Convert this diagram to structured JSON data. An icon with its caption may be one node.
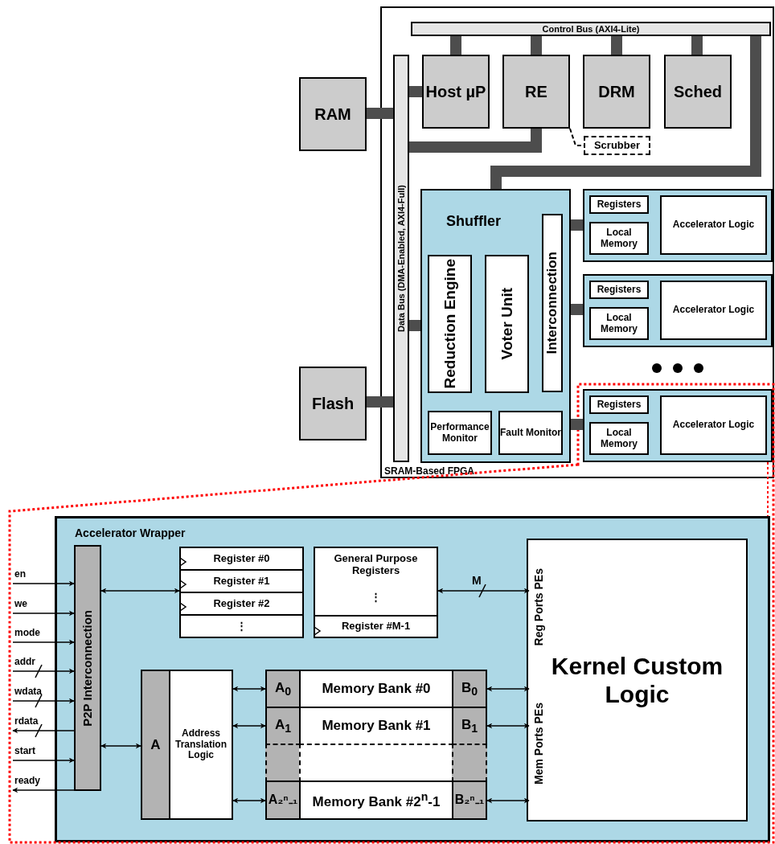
{
  "diagram": {
    "nodes": [
      {
        "text": [
          "RAM"
        ]
      },
      {
        "text": [
          "Flash"
        ]
      },
      {
        "text": [
          "SRAM-Based FPGA"
        ]
      },
      {
        "text": [
          "Control Bus (AXI4-Lite)"
        ],
        "in": 2
      },
      {
        "text": [
          "Data Bus (DMA-Enabled, AXI4-Full)"
        ],
        "in": 2
      },
      {
        "text": [
          "Host µP"
        ],
        "in": 2
      },
      {
        "text": [
          "RE"
        ],
        "in": 2
      },
      {
        "text": [
          "DRM"
        ],
        "in": 2
      },
      {
        "text": [
          "Sched"
        ],
        "in": 2
      },
      {
        "text": [
          "Scrubber"
        ],
        "in": 2
      },
      {
        "text": [
          "Shuffler"
        ],
        "in": 2
      },
      {
        "text": [
          "Reduction Engine"
        ],
        "in": 10
      },
      {
        "text": [
          "Voter Unit"
        ],
        "in": 10
      },
      {
        "text": [
          "Interconnection"
        ],
        "in": 10
      },
      {
        "text": [
          "Performance Monitor"
        ],
        "in": 10
      },
      {
        "text": [
          "Fault Monitor"
        ],
        "in": 10
      },
      {
        "text": [],
        "shape": "box",
        "in": 2
      },
      {
        "text": [
          "Registers"
        ],
        "in": 16
      },
      {
        "text": [
          "Local Memory"
        ],
        "in": 16
      },
      {
        "text": [
          "Accelerator Logic"
        ],
        "in": 16
      },
      {
        "text": [],
        "shape": "box",
        "in": 2
      },
      {
        "text": [
          "Registers"
        ],
        "in": 20
      },
      {
        "text": [
          "Local Memory"
        ],
        "in": 20
      },
      {
        "text": [
          "Accelerator Logic"
        ],
        "in": 20
      },
      {
        "text": [],
        "shape": "box",
        "in": 2
      },
      {
        "text": [
          "Registers"
        ],
        "in": 24
      },
      {
        "text": [
          "Local Memory"
        ],
        "in": 24
      },
      {
        "text": [
          "Accelerator Logic"
        ],
        "in": 24
      },
      {
        "text": [
          "Accelerator Wrapper"
        ]
      },
      {
        "text": [
          "P2P Interconnection"
        ],
        "in": 28
      },
      {
        "text": [
          "Register #0"
        ],
        "in": 28
      },
      {
        "text": [
          "Register #1"
        ],
        "in": 28
      },
      {
        "text": [
          "Register #2"
        ],
        "in": 28
      },
      {
        "text": [
          "⋮"
        ],
        "in": 28
      },
      {
        "text": [
          "General Purpose Registers",
          "⋮"
        ],
        "in": 28
      },
      {
        "text": [
          "Register #M-1"
        ],
        "in": 34
      },
      {
        "text": [
          "A"
        ],
        "in": 28
      },
      {
        "text": [
          "Address Translation Logic"
        ],
        "in": 28
      },
      {
        "text": [
          "A$_{0}$"
        ],
        "in": 28
      },
      {
        "text": [
          "Memory Bank #0"
        ],
        "in": 28
      },
      {
        "text": [
          "B$_{0}$"
        ],
        "in": 28
      },
      {
        "text": [
          "A$_{1}$"
        ],
        "in": 28
      },
      {
        "text": [
          "Memory Bank #1"
        ],
        "in": 28
      },
      {
        "text": [
          "B$_{1}$"
        ],
        "in": 28
      },
      {
        "text": [],
        "shape": "box",
        "in": 28
      },
      {
        "text": [],
        "shape": "box",
        "in": 28
      },
      {
        "text": [],
        "shape": "box",
        "in": 28
      },
      {
        "text": [
          "A₂ⁿ₋₁"
        ],
        "in": 28
      },
      {
        "text": [
          "Memory Bank #2$^{n}$-1"
        ],
        "in": 28
      },
      {
        "text": [
          "B₂ⁿ₋₁"
        ],
        "in": 28
      },
      {
        "text": [
          "Kernel Custom Logic"
        ],
        "in": 28
      },
      {
        "text": [
          "Reg Ports PEs"
        ],
        "in": 50
      },
      {
        "text": [
          "Mem Ports PEs"
        ],
        "in": 50
      }
    ],
    "edges": [
      {
        "from": 0,
        "to": 4,
        "arrow": "none",
        "style": "thick",
        "color": "#4d4d4d"
      },
      {
        "from": 1,
        "to": 4,
        "arrow": "none",
        "style": "thick",
        "color": "#4d4d4d"
      },
      {
        "from": 5,
        "to": 4,
        "arrow": "none",
        "style": "thick",
        "color": "#4d4d4d"
      },
      {
        "from": 3,
        "to": 5,
        "arrow": "none",
        "style": "thick",
        "color": "#4d4d4d"
      },
      {
        "from": 3,
        "to": 6,
        "arrow": "none",
        "style": "thick",
        "color": "#4d4d4d"
      },
      {
        "from": 3,
        "to": 7,
        "arrow": "none",
        "style": "thick",
        "color": "#4d4d4d"
      },
      {
        "from": 3,
        "to": 8,
        "arrow": "none",
        "style": "thick",
        "color": "#4d4d4d"
      },
      {
        "from": 6,
        "to": 4,
        "arrow": "none",
        "style": "thick",
        "color": "#4d4d4d"
      },
      {
        "from": 6,
        "to": 9,
        "arrow": "none",
        "style": "dashed"
      },
      {
        "from": 3,
        "to": 10,
        "arrow": "none",
        "style": "thick",
        "color": "#4d4d4d"
      },
      {
        "from": 4,
        "to": 10,
        "arrow": "none",
        "style": "thick",
        "color": "#4d4d4d"
      },
      {
        "from": 10,
        "to": 16,
        "arrow": "none",
        "style": "thick",
        "color": "#4d4d4d"
      },
      {
        "from": 10,
        "to": 20,
        "arrow": "none",
        "style": "thick",
        "color": "#4d4d4d"
      },
      {
        "from": 10,
        "to": 24,
        "arrow": "none",
        "style": "thick",
        "color": "#4d4d4d"
      },
      {
        "from": 24,
        "to": 28,
        "arrow": "none",
        "style": "dashed",
        "color": "#ff0000"
      },
      {
        "from": null,
        "to": 29,
        "arrow": "to",
        "label": "en"
      },
      {
        "from": null,
        "to": 29,
        "arrow": "to",
        "label": "we"
      },
      {
        "from": null,
        "to": 29,
        "arrow": "to",
        "label": "mode"
      },
      {
        "from": null,
        "to": 29,
        "arrow": "to",
        "label": "addr"
      },
      {
        "from": null,
        "to": 29,
        "arrow": "to",
        "label": "wdata"
      },
      {
        "from": 29,
        "to": null,
        "arrow": "to",
        "label": "rdata"
      },
      {
        "from": null,
        "to": 29,
        "arrow": "to",
        "label": "start"
      },
      {
        "from": 29,
        "to": null,
        "arrow": "to",
        "label": "ready"
      },
      {
        "from": 29,
        "to": 31,
        "arrow": "both"
      },
      {
        "from": 34,
        "to": 51,
        "arrow": "both",
        "label": "M"
      },
      {
        "from": 29,
        "to": 36,
        "arrow": "both"
      },
      {
        "from": 37,
        "to": 38,
        "arrow": "both"
      },
      {
        "from": 37,
        "to": 41,
        "arrow": "both"
      },
      {
        "from": 37,
        "to": 47,
        "arrow": "both"
      },
      {
        "from": 40,
        "to": 52,
        "arrow": "both"
      },
      {
        "from": 43,
        "to": 52,
        "arrow": "both"
      },
      {
        "from": 49,
        "to": 52,
        "arrow": "both"
      }
    ]
  }
}
